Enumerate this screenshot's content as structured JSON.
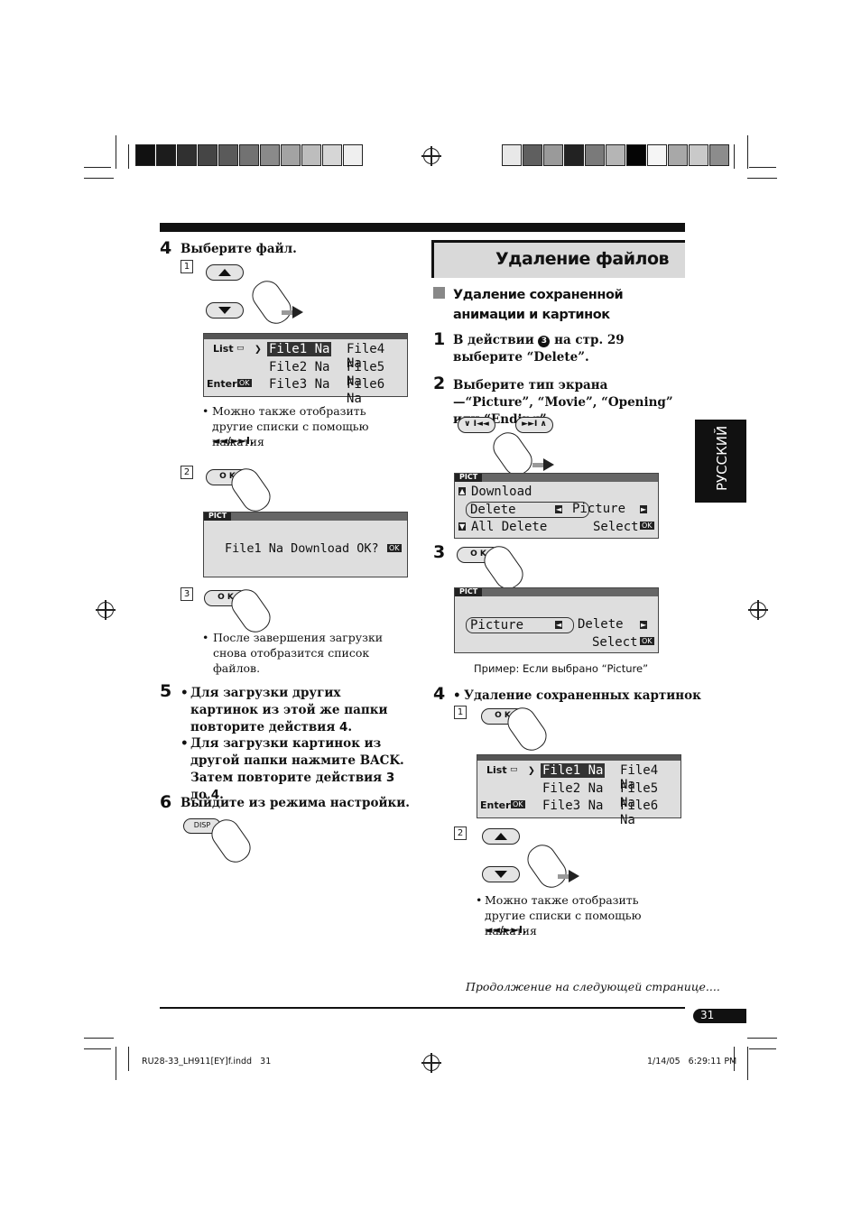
{
  "left": {
    "step4": {
      "num": "4",
      "title": "Выберите файл."
    },
    "sub1": "1",
    "sub2": "2",
    "sub3": "3",
    "lcd_list": {
      "list_label": "List",
      "enter_label": "Enter",
      "rows": [
        [
          "File1 Na",
          "File4 Na"
        ],
        [
          "File2 Na",
          "File5 Na"
        ],
        [
          "File3 Na",
          "File6 Na"
        ]
      ]
    },
    "note1": "Можно также отобразить другие списки с помощью нажатия",
    "note1_keys": "◄◄/►►I.",
    "ok_label": "O K",
    "lcd_confirm": {
      "tag": "PICT",
      "text": "File1 Na Download OK?"
    },
    "note2": "После завершения загрузки снова отобразится список файлов.",
    "step5": {
      "num": "5",
      "b1a": "Для загрузки других картинок из этой же папки повторите действия ",
      "b1b": "4",
      "b2a": "Для загрузки картинок из другой папки нажмите BACK. Затем повторите действия ",
      "b2b": "3",
      "b2c": " до ",
      "b2d": "4"
    },
    "step6": {
      "num": "6",
      "title": "Выйдите из режима настройки.",
      "btn": "DISP"
    }
  },
  "right": {
    "section_title": "Удаление файлов",
    "subsection": "Удаление сохраненной анимации и картинок",
    "step1": {
      "num": "1",
      "text_a": "В действии ",
      "circle": "3",
      "text_b": " на стр. 29 выберите “Delete”."
    },
    "step2": {
      "num": "2",
      "text": "Выберите тип экрана—“Picture”, “Movie”, “Opening” или “Ending”."
    },
    "lcd_menu": {
      "tag": "PICT",
      "download": "Download",
      "delete": "Delete",
      "all_delete": "All Delete",
      "picture": "Picture",
      "select": "Select"
    },
    "step3": {
      "num": "3"
    },
    "lcd_pic": {
      "tag": "PICT",
      "picture": "Picture",
      "delete": "Delete",
      "select": "Select"
    },
    "caption": "Пример: Если выбрано “Picture”",
    "step4": {
      "num": "4",
      "text": "Удаление сохраненных картинок"
    },
    "sub1": "1",
    "sub2": "2",
    "note": "Можно также отобразить другие списки с помощью нажатия",
    "note_keys": "◄◄/►►I.",
    "side_tab": "РУССКИЙ"
  },
  "footer": {
    "continue": "Продолжение на следующей странице....",
    "page": "31",
    "file": "RU28-33_LH911[EY]f.indd   31",
    "date": "1/14/05   6:29:11 PM"
  }
}
